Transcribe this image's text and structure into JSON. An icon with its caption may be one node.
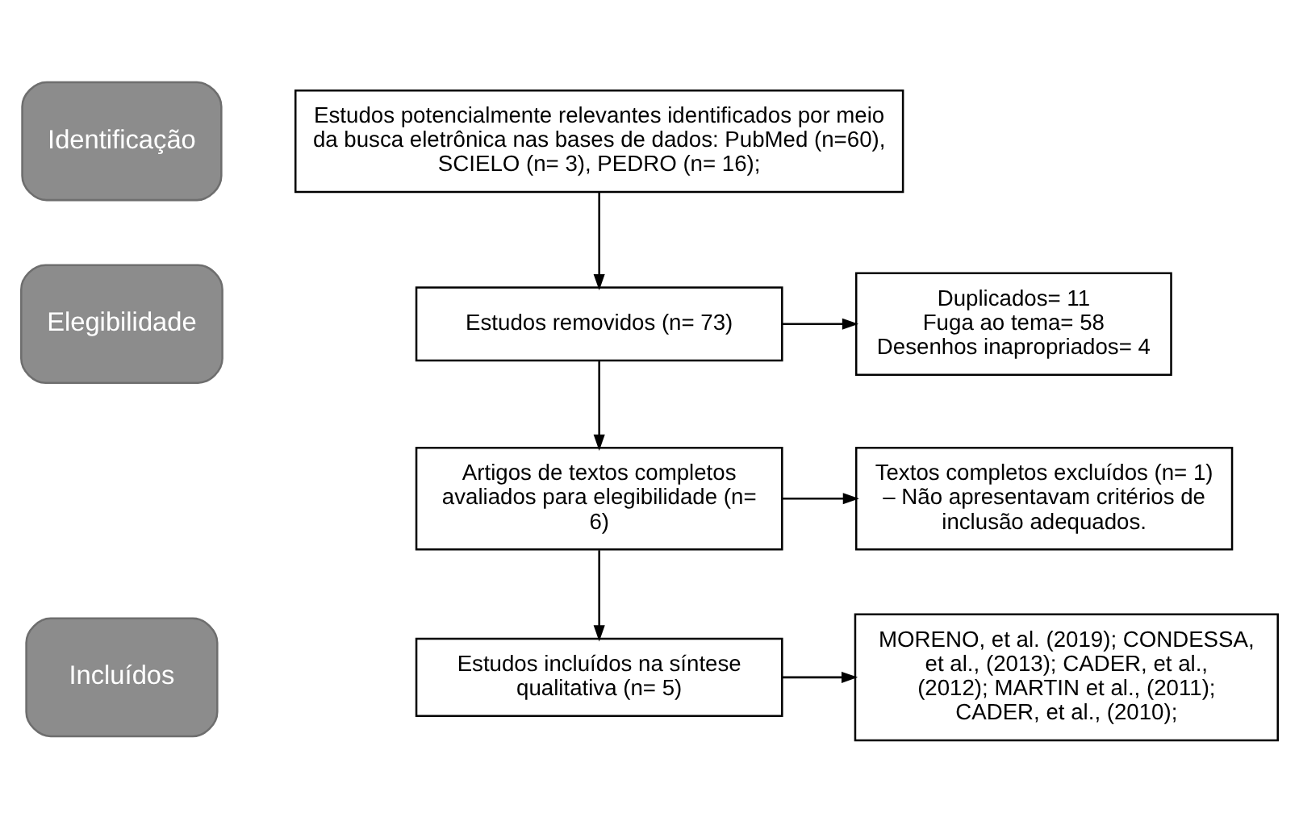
{
  "diagram": {
    "nodes": [
      {
        "text": [
          "Identificação"
        ]
      },
      {
        "text": [
          "Elegibilidade"
        ]
      },
      {
        "text": [
          "Incluídos"
        ]
      },
      {
        "text": [
          "Estudos potencialmente relevantes identificados por meio da busca eletrônica nas bases de dados: PubMed (n=60), SCIELO (n= 3), PEDRO (n= 16);"
        ]
      },
      {
        "text": [
          "Estudos removidos (n= 73)"
        ]
      },
      {
        "text": [
          "Duplicados= 11",
          "Fuga ao tema= 58",
          "Desenhos inapropriados= 4"
        ]
      },
      {
        "text": [
          "Artigos de textos completos avaliados para elegibilidade (n= 6)"
        ]
      },
      {
        "text": [
          "Textos completos excluídos (n= 1) – Não apresentavam critérios de inclusão adequados."
        ]
      },
      {
        "text": [
          "Estudos incluídos na síntese qualitativa (n= 5)"
        ]
      },
      {
        "text": [
          "MORENO, et al. (2019); CONDESSA, et al., (2013); CADER, et al., (2012); MARTIN et al., (2011); CADER, et al., (2010);"
        ]
      }
    ],
    "edges": [
      {
        "from": 3,
        "to": 4,
        "arrow": "to"
      },
      {
        "from": 4,
        "to": 5,
        "arrow": "to"
      },
      {
        "from": 4,
        "to": 6,
        "arrow": "to"
      },
      {
        "from": 6,
        "to": 7,
        "arrow": "to"
      },
      {
        "from": 6,
        "to": 8,
        "arrow": "to"
      },
      {
        "from": 8,
        "to": 9,
        "arrow": "to"
      }
    ]
  }
}
